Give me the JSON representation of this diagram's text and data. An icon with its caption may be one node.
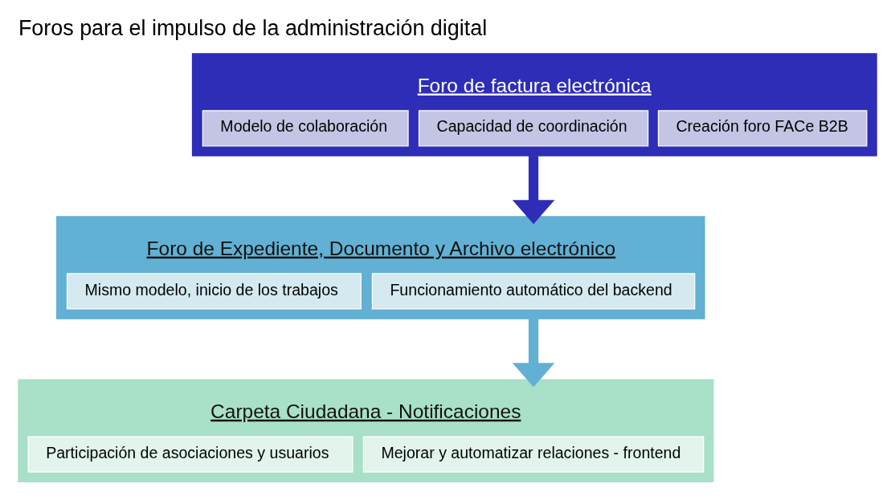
{
  "diagram": {
    "title": "Foros para el impulso de la administración digital",
    "nodes": [
      {
        "text": [
          "Foro de factura electrónica"
        ]
      },
      {
        "text": [
          "Modelo de colaboración"
        ],
        "in": 0
      },
      {
        "text": [
          "Capacidad de coordinación"
        ],
        "in": 0
      },
      {
        "text": [
          "Creación foro FACe B2B"
        ],
        "in": 0
      },
      {
        "text": [
          "Foro de Expediente, Documento y Archivo electrónico"
        ]
      },
      {
        "text": [
          "Mismo modelo, inicio de los trabajos"
        ],
        "in": 4
      },
      {
        "text": [
          "Funcionamiento automático del backend"
        ],
        "in": 4
      },
      {
        "text": [
          "Carpeta Ciudadana - Notificaciones"
        ]
      },
      {
        "text": [
          "Participación de asociaciones y usuarios"
        ],
        "in": 7
      },
      {
        "text": [
          "Mejorar y automatizar relaciones - frontend"
        ],
        "in": 7
      }
    ],
    "edges": [
      {
        "from": 0,
        "to": 4,
        "arrow": "to",
        "color": "#2e2db8"
      },
      {
        "from": 4,
        "to": 7,
        "arrow": "to",
        "color": "#62b0d3"
      }
    ]
  }
}
